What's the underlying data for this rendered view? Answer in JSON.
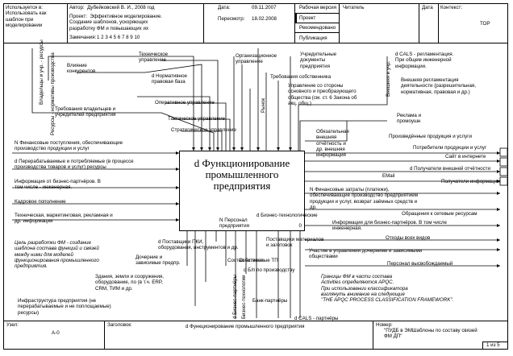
{
  "header": {
    "used_at": "Используется в:\nИспользовать как\nшаблон при\nмоделировании",
    "author": "Автор:  Дубейковский В. И., 2008 год",
    "date_label": "Дата:",
    "date_value": "09.11.2007",
    "project": "Проект:  Эффективное моделирование.\nСоздание шаблонов, ускоряющих\nразработку ФМ и повышающих их",
    "revision_label": "Пересмотр:",
    "revision_value": "18.02.2008",
    "notes_label": "Замечания:",
    "notes_numbers": "1 2 3 4 5 6 7 8 9 10",
    "status_working": "Рабочая версия",
    "status_draft": "Проект",
    "status_recommended": "Рекомендовано",
    "status_publication": "Публикация",
    "reader_label": "Читатель",
    "date_col_label": "Дата",
    "context_label": "Контекст:",
    "context_value": "ТОР"
  },
  "main_box": {
    "title": "d Функционирование\nпромышленного\nпредприятия",
    "number": "0"
  },
  "top_labels": {
    "influence": "Влияние\nконкурентов",
    "tech_mgmt": "Техническое\nуправление",
    "normative": "d Нормативное\nправовая база",
    "org_mgmt": "Организационное\nуправление",
    "constituent": "Учредительные\nдокументы\nпредприятия",
    "cals_reg": "d CALS - регламентация.\nПри общем инженерной\nинформации.",
    "owner_req": "Требования собственника",
    "owner_mgmt": "Управление со стороны\nосновного и преобразующего\nобщества (см. ст. 6 Закона об\nакц. общ.)",
    "external_reg": "Внешняя регламентация\nдеятельности (разрешительная,\nнормативная, правовая и др.)",
    "founder_req": "Требования владельцев и\nучредителей предприятия",
    "oper_mgmt": "Оперативное управление",
    "tactical_mgmt": "Тактическое управление",
    "strategic_mgmt": "Стратегическое управление",
    "ads": "Реклама и\nпромоушн",
    "left_vert_1": "Владельцы и учр. - ресурсы",
    "left_vert_2": "Ресурсы - нормативы производства",
    "mid_vert": "Рынок",
    "right_vert": "Внешняя и учр."
  },
  "left_labels": {
    "fin_inflow": "N Финансовые поступления, обеспечивающие\nпроизводство продукции и услуг",
    "processed_goods": "d Перерабатываемые и потребляемые (в процессе\nпроизводства товаров и услуг) ресурсы",
    "info_counterparty": "Информация от бизнес-партнёров. В\nтом числе - инженерная.",
    "personnel": "Кадровое пополнение",
    "tech_info": "Техническая, маркетинговая, рекламная и\nдр. информация"
  },
  "right_labels": {
    "compulsory_reports": "Обязательная\nвнешняя\nотчётность и\nдр. внешняя\nинформация",
    "products": "Произведённые продукция и услуги",
    "consumer_products": "Потребители продукции и услуг",
    "website": "Сайт в интернете",
    "email": "EMail",
    "outer_reporting": "d Получатели внешней отчётности",
    "info_recipients": "Получатели информации",
    "fin_costs": "N Финансовые затраты (платежи),\nобеспечивающие производство предприятием\nпродукции и услуг, возврат заёмных средств и\nдр.",
    "network_resources": "Обращения к сетевым ресурсам",
    "info_partners": "Информация для бизнес-партнёров. В том числе\nинженерная.",
    "waste": "Отходы всех видов",
    "participation": "Участие в управлении дочерними и зависимыми\nобществами",
    "personnel_out": "Персонал высвобождаемый"
  },
  "bottom_labels": {
    "personnel": "N Персонал\nпредприятия",
    "tech": "d Бизнес-технологические",
    "suppliers_pki": "d Поставщики ПКИ,\nоборудования, инструментов и др.",
    "subsidiaries": "Дочерние и\nзависимые предпр.",
    "own_assets": "Собственные ТП",
    "assets_manufacturing": "Состав активов",
    "prod_facility": "d Б/п по производству",
    "material_suppliers": "Поставщики материалов\nи заготовок",
    "buildings": "Здания, земли и сооружения,\nоборудование, по (в т.ч. ERP,\nCRM, ТИМ и др.",
    "infrastructure": "Инфраструктура предприятия (не\nперерабатываемые и не поплощаемые)\nресурсы)",
    "cals_partners": "d CALS - партнёры",
    "bank_partners": "Банк-партнёры",
    "bottom_vert_1": "d Бизнес-партнёры",
    "bottom_vert_2": "Бизнес-технологии"
  },
  "notes": {
    "goal": "Цель разработки ФМ - создание\nшаблона состава функций и связей\nмежду ними для моделей\nфункционирования промышленного\nпредприятия.",
    "bounds": "Границы ФМ в части состава\nActivities определяются APQC.\nПри использовании классификатора\nвзглянуть внимание на следующие\n\"THE APQC PROCESS CLASSIFICATION FRAMEWORK\"."
  },
  "footer": {
    "node_label": "Узел:",
    "node_value": "A-0",
    "title_label": "Заголовок:",
    "title_value": "d Функционирование промышленного предприятия",
    "number_label": "Номер:",
    "number_value": "\"ПУДБ в ЭМШаблоны по составу связей\nФМ ДП\"",
    "page": "1 из 5"
  }
}
